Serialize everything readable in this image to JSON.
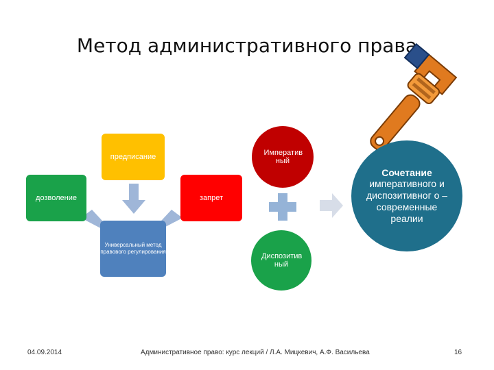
{
  "slide": {
    "title": "Метод административного права",
    "boxes": {
      "predpisanie": "предписание",
      "dozvolenie": "дозволение",
      "zapret": "запрет",
      "universal": "Универсальный метод правового регулирования"
    },
    "circles": {
      "imperativ": "Императив ный",
      "dispozitiv": "Диспозитив ный",
      "sochetanie_head": "Сочетание",
      "sochetanie_body": "императивного и диспозитивног о – современные реалии"
    },
    "footer": {
      "date": "04.09.2014",
      "source": "Административное право: курс лекций / Л.А. Мицкевич, А.Ф. Васильева",
      "page": "16"
    },
    "colors": {
      "yellow": "#ffc000",
      "green": "#1aa24a",
      "red": "#ff0000",
      "blue": "#4f81bd",
      "dark_red": "#c00000",
      "teal": "#1f6f8b",
      "arrow": "#9fb6d8",
      "plus": "#95b3d7"
    },
    "icons": [
      "wrench-icon",
      "down-arrow-icon",
      "diagonal-arrow-icon",
      "plus-icon",
      "right-arrow-icon"
    ]
  }
}
